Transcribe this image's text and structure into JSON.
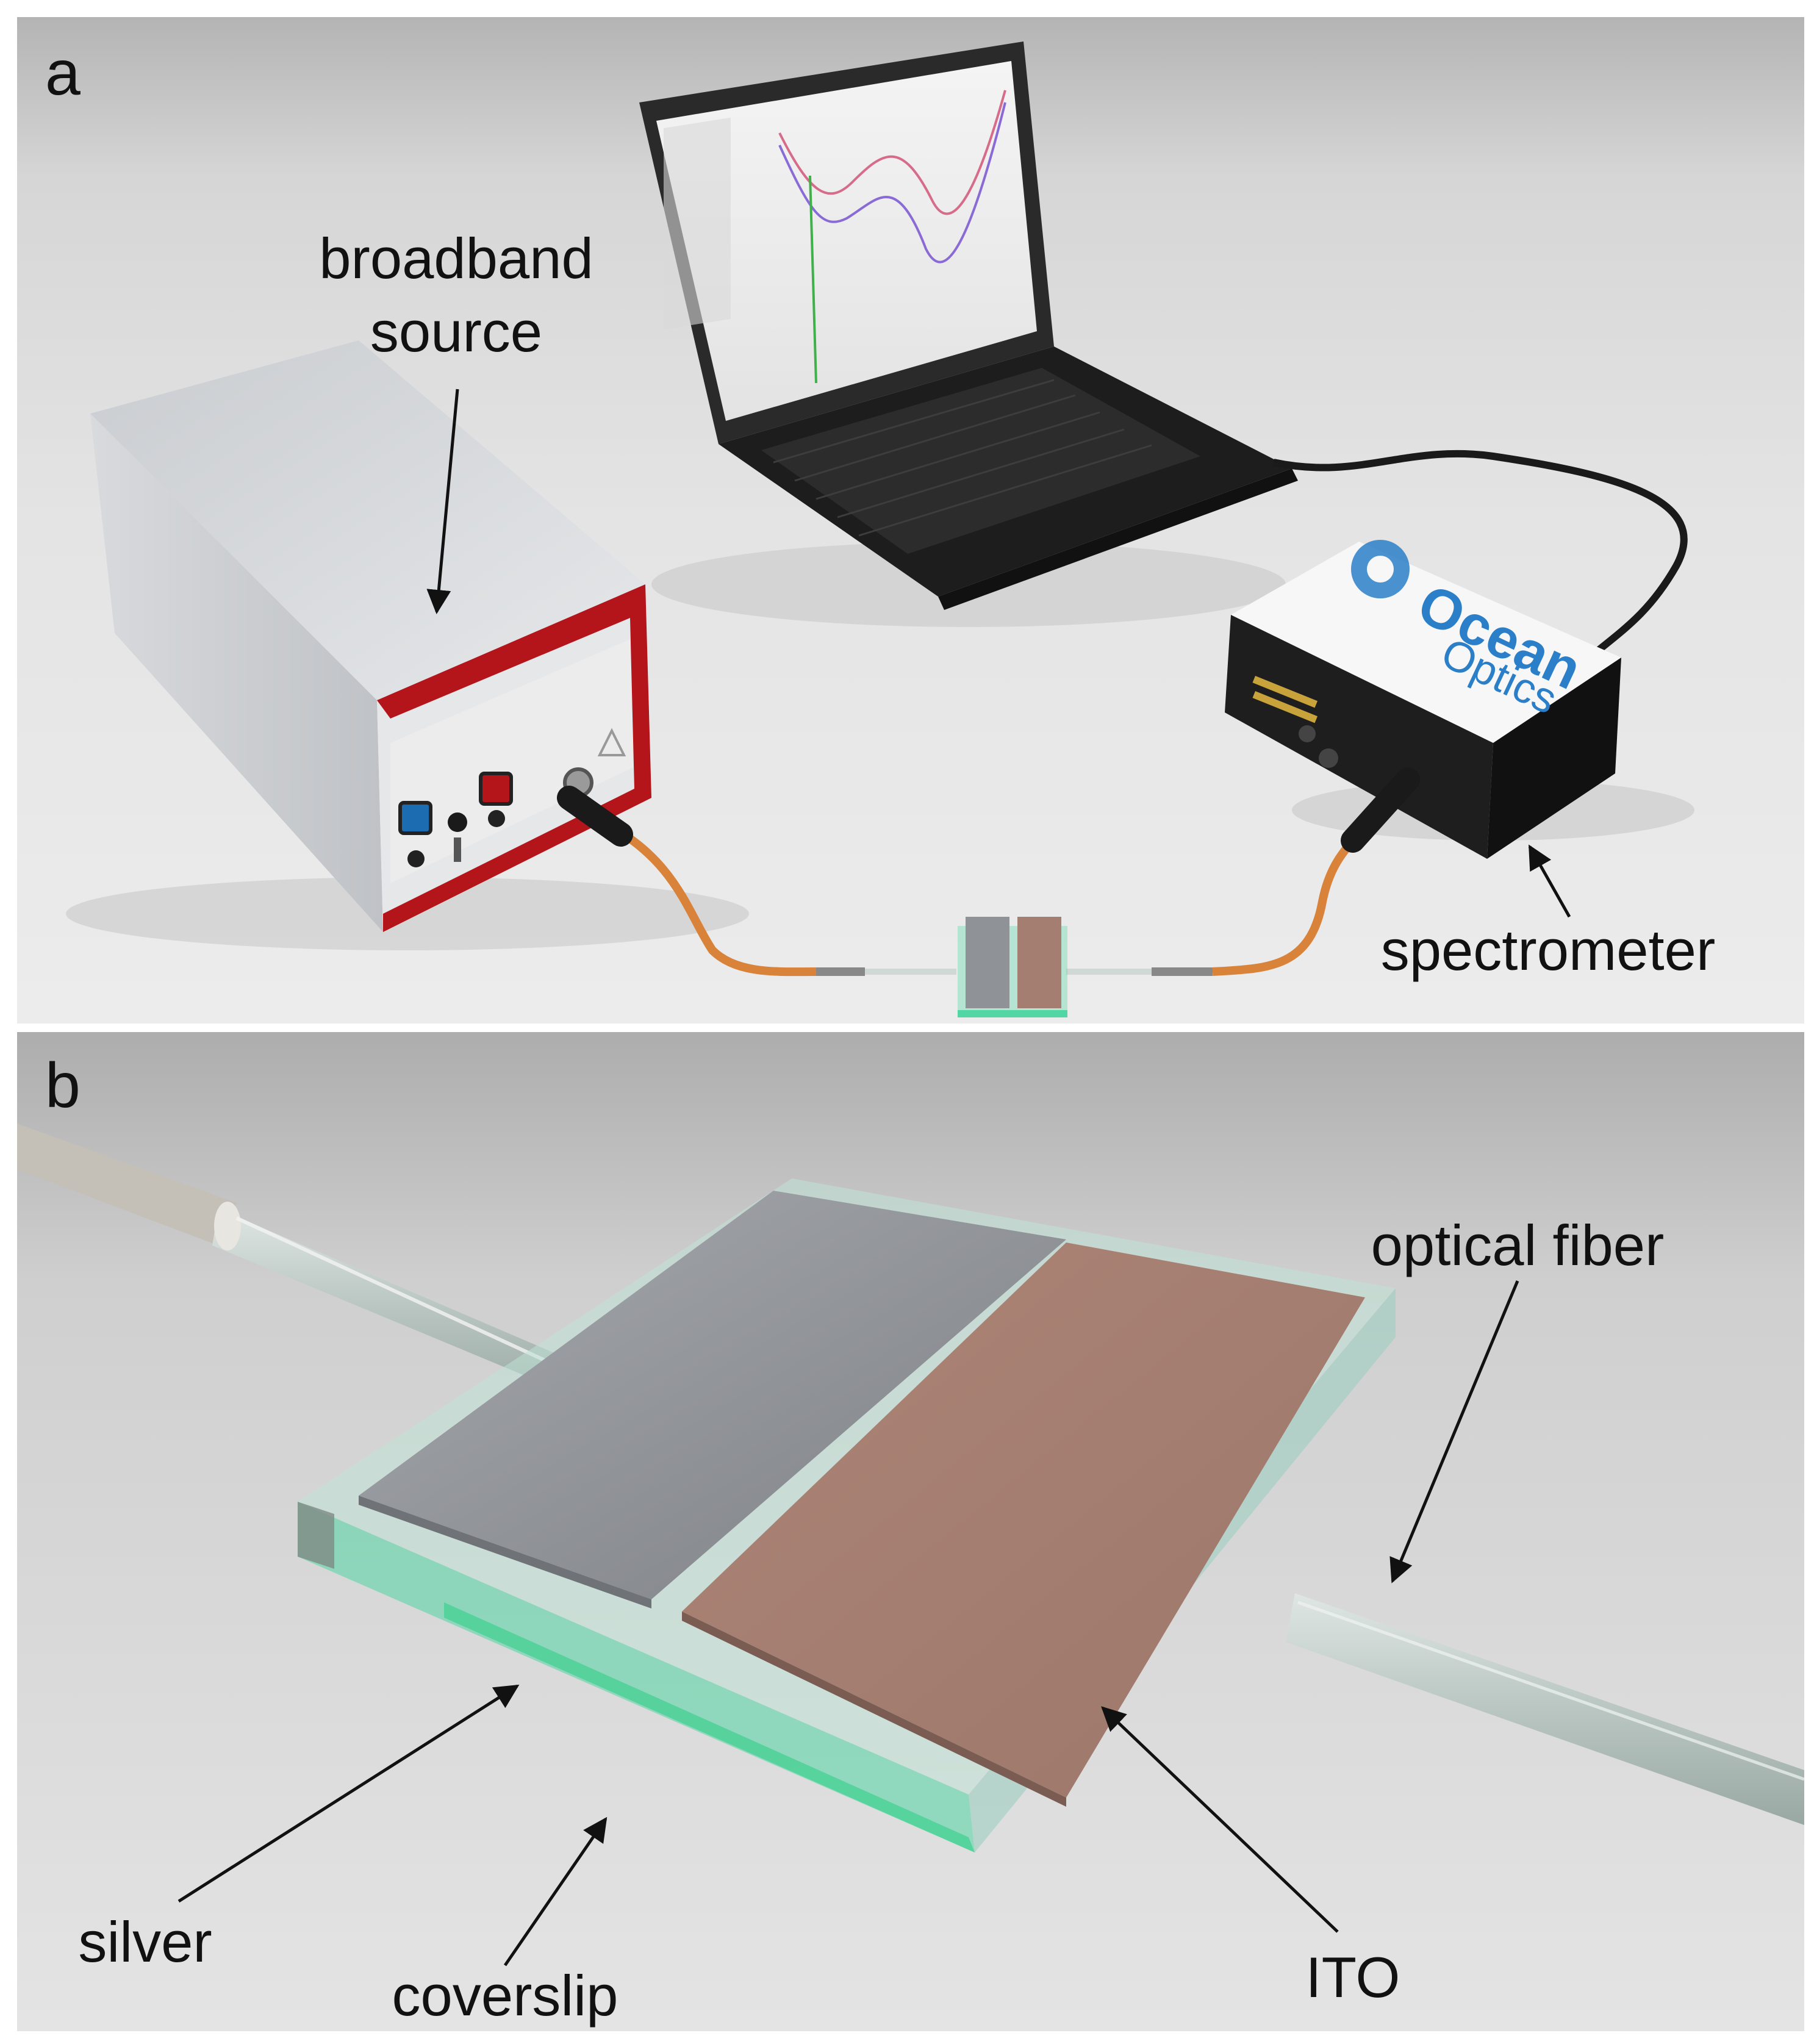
{
  "panel_a": {
    "label": "a",
    "labels": {
      "source_line1": "broadband",
      "source_line2": "source",
      "spectrometer": "spectrometer"
    },
    "spectrometer_brand_line1": "Ocean",
    "spectrometer_brand_line2": "Optics"
  },
  "panel_b": {
    "label": "b",
    "labels": {
      "optical_fiber": "optical fiber",
      "silver": "silver",
      "coverslip": "coverslip",
      "ito": "ITO"
    }
  },
  "colors": {
    "source_stripe": "#b3151b",
    "fiber_jacket": "#d8823a",
    "coverslip_glass": "#52d6a4",
    "silver_film": "#8f9296",
    "ito_film": "#a47e71"
  }
}
